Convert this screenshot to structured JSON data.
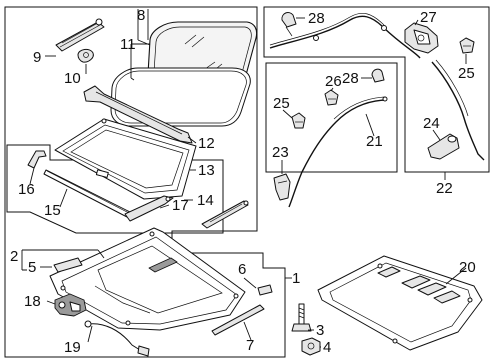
{
  "callouts": {
    "c1": "1",
    "c2": "2",
    "c3": "3",
    "c4": "4",
    "c5": "5",
    "c6": "6",
    "c7": "7",
    "c8": "8",
    "c9": "9",
    "c10": "10",
    "c11": "11",
    "c12": "12",
    "c13": "13",
    "c14": "14",
    "c15": "15",
    "c16": "16",
    "c17": "17",
    "c18": "18",
    "c19": "19",
    "c20": "20",
    "c21": "21",
    "c22": "22",
    "c23": "23",
    "c24": "24",
    "c25a": "25",
    "c25b": "25",
    "c26": "26",
    "c27": "27",
    "c28a": "28",
    "c28b": "28"
  }
}
